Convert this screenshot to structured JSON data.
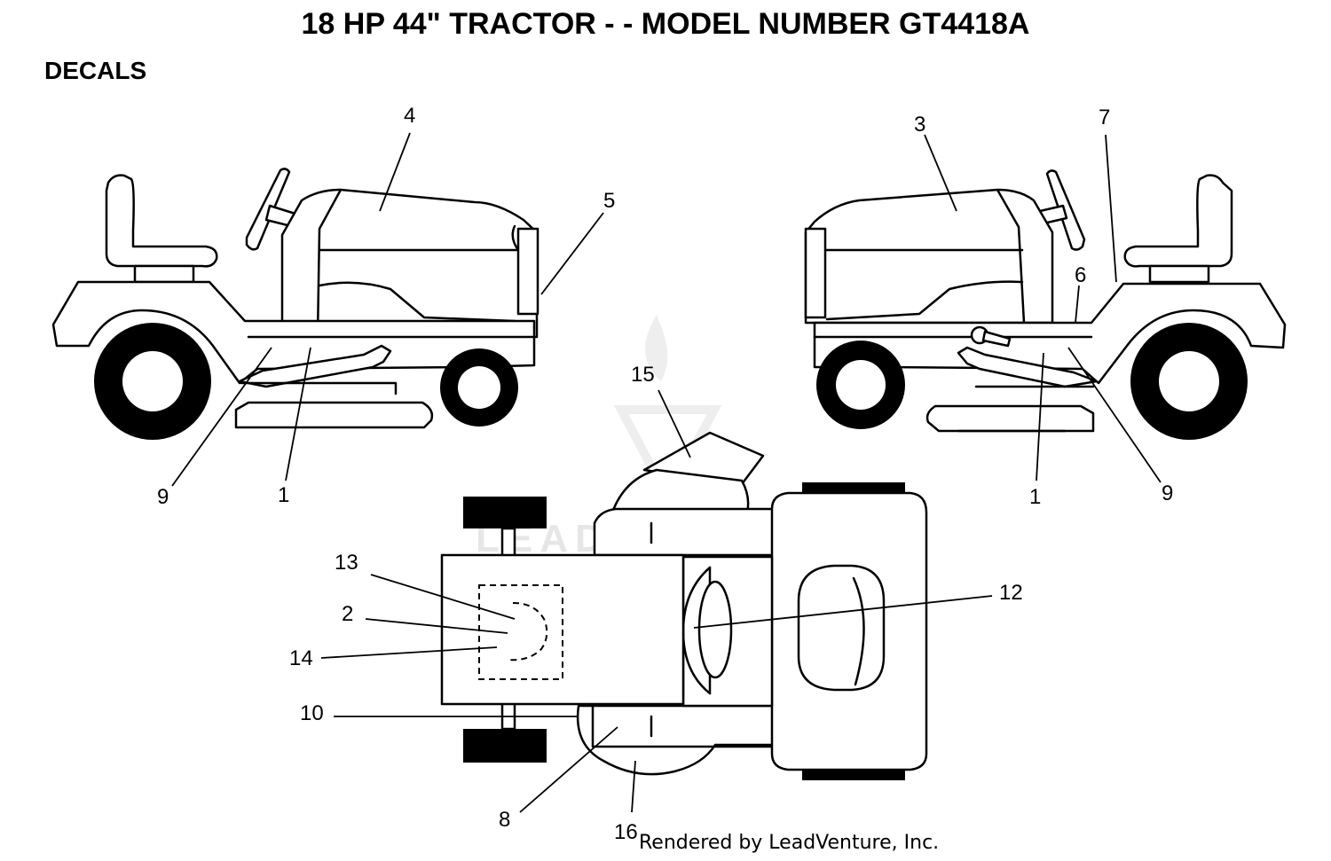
{
  "title": "18 HP 44\" TRACTOR - - MODEL NUMBER GT4418A",
  "section": "DECALS",
  "credit": "Rendered by LeadVenture, Inc.",
  "watermark": "LEADVENTURE",
  "callouts": {
    "left_hood": "4",
    "left_front": "5",
    "left_frame": "1",
    "left_fender": "9",
    "right_hood": "3",
    "right_rear": "7",
    "right_frame_upper": "6",
    "right_frame": "1",
    "right_fender": "9",
    "top_chute": "15",
    "top_dash_a": "13",
    "top_dash_b": "2",
    "top_dash_c": "14",
    "top_axle": "10",
    "top_seat": "12",
    "top_deck": "8",
    "top_deck_bottom": "16"
  }
}
